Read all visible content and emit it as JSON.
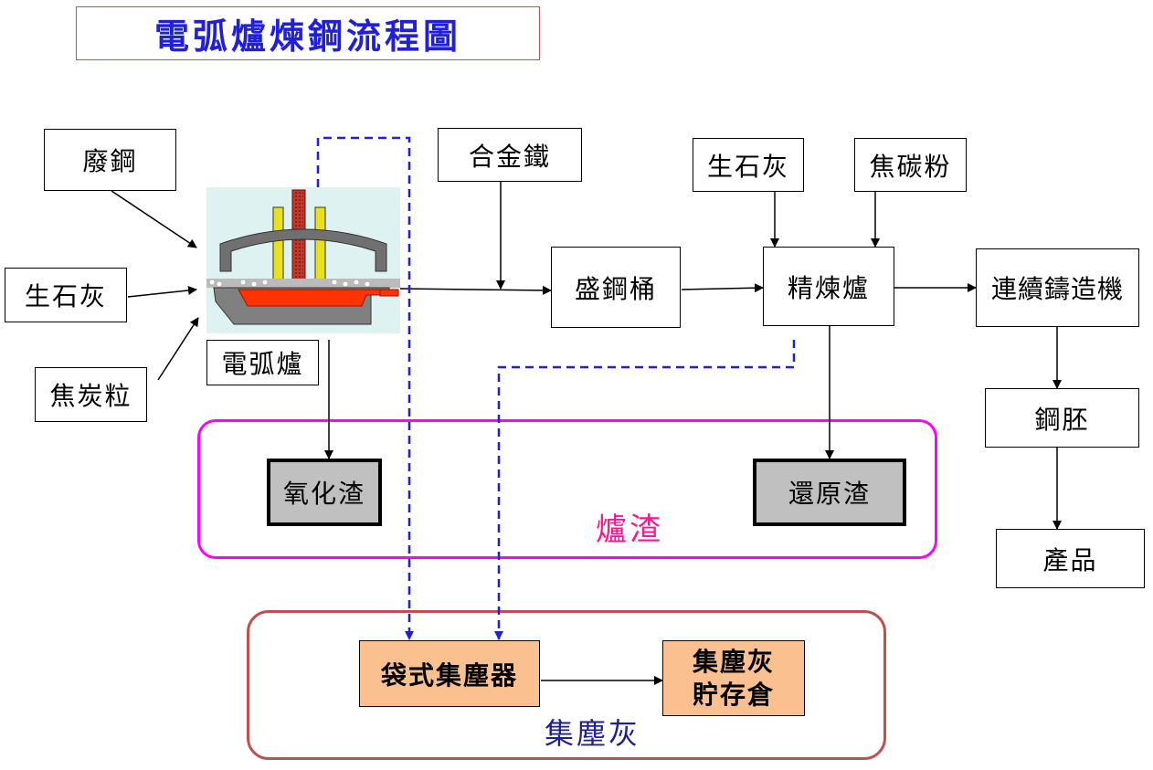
{
  "title": "電弧爐煉鋼流程圖",
  "inputs": {
    "scrap_steel": "廢鋼",
    "quicklime_1": "生石灰",
    "coke_granules": "焦炭粒",
    "ferroalloy": "合金鐵",
    "quicklime_2": "生石灰",
    "coke_powder": "焦碳粉"
  },
  "process": {
    "eaf_label": "電弧爐",
    "ladle": "盛鋼桶",
    "refining_furnace": "精煉爐",
    "continuous_caster": "連續鑄造機",
    "billet": "鋼胚",
    "product": "產品"
  },
  "slag": {
    "group_label": "爐渣",
    "oxidizing_slag": "氧化渣",
    "reducing_slag": "還原渣",
    "border_color": "#ff00ff",
    "label_color": "#ff1493"
  },
  "dust": {
    "group_label": "集塵灰",
    "baghouse": "袋式集塵器",
    "storage_line1": "集塵灰",
    "storage_line2": "貯存倉",
    "border_color": "#c0504d",
    "label_color": "#1f1f8f"
  },
  "colors": {
    "title_text": "#1f1fdc",
    "dashed_flow": "#1f1fdc",
    "gray_box": "#c0c0c0",
    "peach_box": "#fac090"
  }
}
